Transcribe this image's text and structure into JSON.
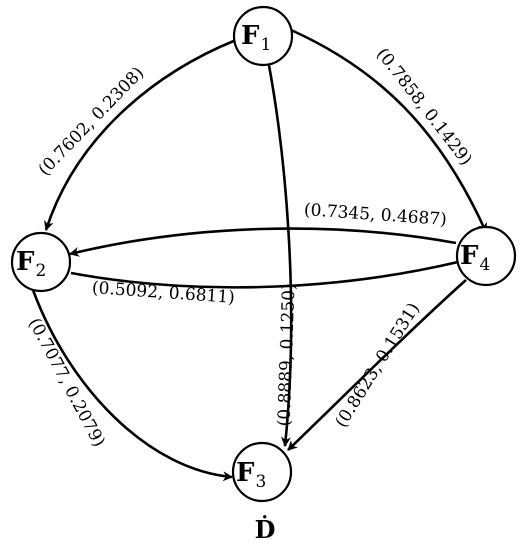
{
  "nodes": [
    {
      "id": "F1",
      "letter": "F",
      "sub": "1"
    },
    {
      "id": "F2",
      "letter": "F",
      "sub": "2"
    },
    {
      "id": "F3",
      "letter": "F",
      "sub": "3"
    },
    {
      "id": "F4",
      "letter": "F",
      "sub": "4"
    }
  ],
  "edges": [
    {
      "from": "F1",
      "to": "F2",
      "label": "(0.7602, 0.2308)"
    },
    {
      "from": "F1",
      "to": "F4",
      "label": "(0.7858, 0.1429)"
    },
    {
      "from": "F1",
      "to": "F3",
      "label": "(0.8889, 0.1250)"
    },
    {
      "from": "F4",
      "to": "F2",
      "label": "(0.7345, 0.4687)"
    },
    {
      "from": "F2",
      "to": "F4",
      "label": "(0.5092, 0.6811)"
    },
    {
      "from": "F2",
      "to": "F3",
      "label": "(0.7077, 0.2079)"
    },
    {
      "from": "F4",
      "to": "F3",
      "label": "(0.8623, 0.1531)"
    }
  ],
  "caption": "Ḋ"
}
